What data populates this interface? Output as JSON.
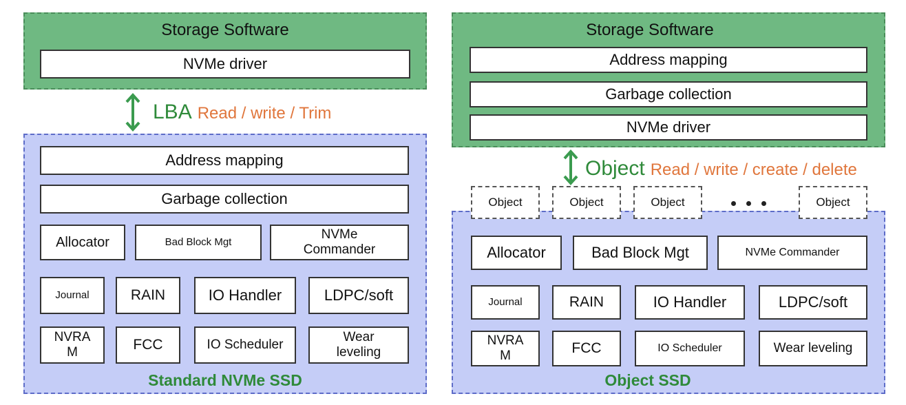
{
  "left": {
    "title": "Storage Software",
    "driver": "NVMe driver",
    "protocol_label": "LBA",
    "protocol_ops": "Read / write / Trim",
    "blocks": {
      "address_mapping": "Address mapping",
      "garbage_collection": "Garbage collection",
      "allocator": "Allocator",
      "bad_block": "Bad Block Mgt",
      "commander": "NVMe\nCommander",
      "journal": "Journal",
      "rain": "RAIN",
      "io_handler": "IO Handler",
      "ldpc": "LDPC/soft",
      "nvram": "NVRA\nM",
      "fcc": "FCC",
      "io_scheduler": "IO Scheduler",
      "wear_leveling": "Wear\nleveling"
    },
    "caption": "Standard NVMe SSD"
  },
  "right": {
    "title": "Storage Software",
    "address_mapping": "Address mapping",
    "garbage_collection": "Garbage collection",
    "driver": "NVMe driver",
    "protocol_label": "Object",
    "protocol_ops": "Read / write / create / delete",
    "objects": [
      "Object",
      "Object",
      "Object",
      "Object"
    ],
    "blocks": {
      "allocator": "Allocator",
      "bad_block": "Bad Block Mgt",
      "commander": "NVMe Commander",
      "journal": "Journal",
      "rain": "RAIN",
      "io_handler": "IO Handler",
      "ldpc": "LDPC/soft",
      "nvram": "NVRA\nM",
      "fcc": "FCC",
      "io_scheduler": "IO Scheduler",
      "wear_leveling": "Wear leveling"
    },
    "caption": "Object SSD"
  },
  "colors": {
    "software_panel": "#6fb982",
    "ssd_panel": "#c5cdf7",
    "protocol_label": "#2f8a3a",
    "protocol_ops": "#e0763c",
    "caption": "#2f8a3a"
  }
}
